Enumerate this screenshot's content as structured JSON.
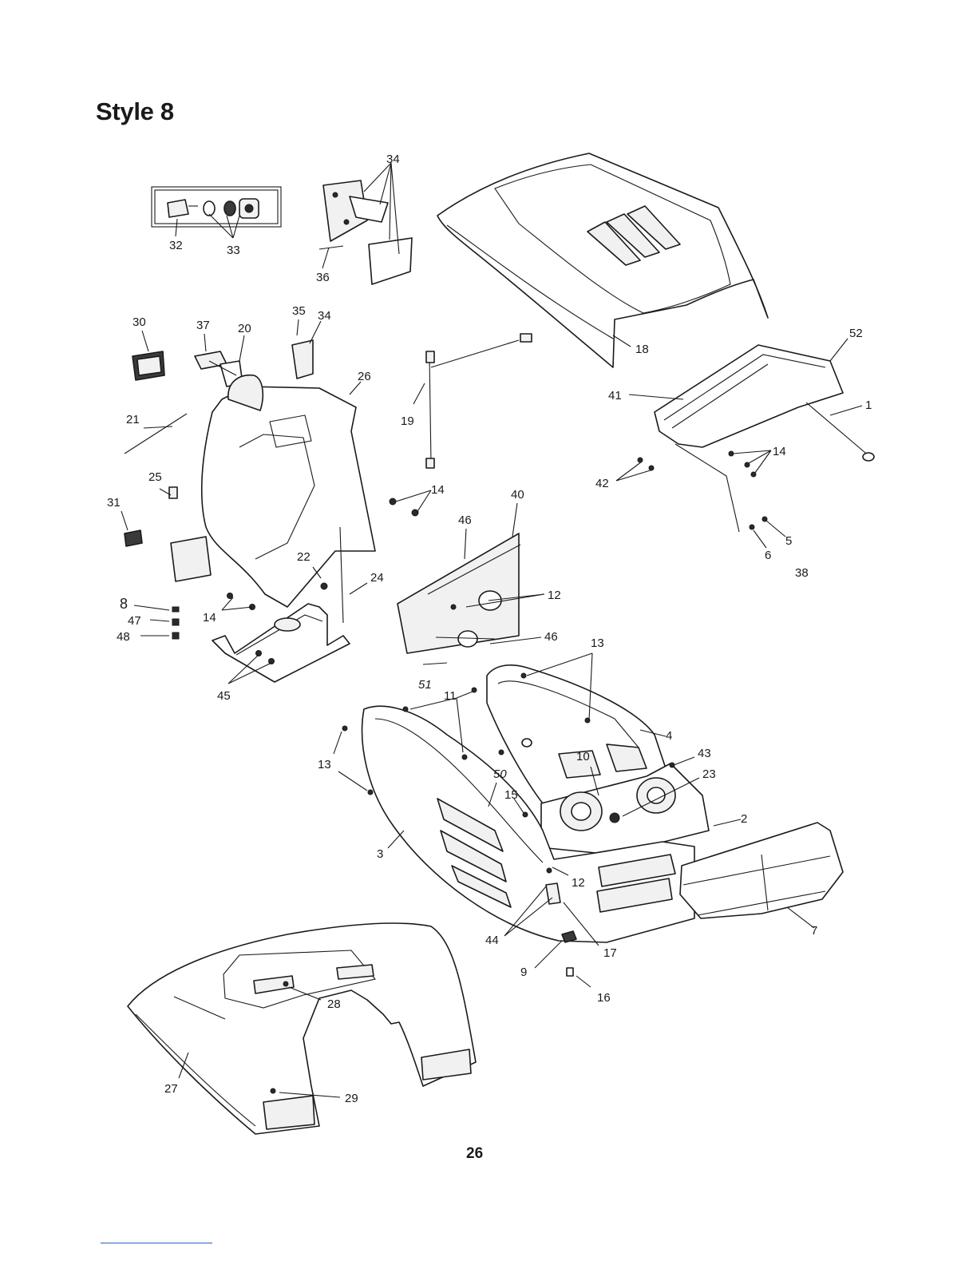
{
  "header": {
    "title": "Style 8"
  },
  "footer": {
    "page_number": "26"
  },
  "callouts": [
    {
      "id": "c34a",
      "text": "34"
    },
    {
      "id": "c32",
      "text": "32"
    },
    {
      "id": "c33",
      "text": "33"
    },
    {
      "id": "c36",
      "text": "36"
    },
    {
      "id": "c18",
      "text": "18"
    },
    {
      "id": "c30",
      "text": "30"
    },
    {
      "id": "c37",
      "text": "37"
    },
    {
      "id": "c20",
      "text": "20"
    },
    {
      "id": "c35",
      "text": "35"
    },
    {
      "id": "c34b",
      "text": "34"
    },
    {
      "id": "c26",
      "text": "26"
    },
    {
      "id": "c52",
      "text": "52"
    },
    {
      "id": "c41",
      "text": "41"
    },
    {
      "id": "c1",
      "text": "1"
    },
    {
      "id": "c19",
      "text": "19"
    },
    {
      "id": "c21",
      "text": "21"
    },
    {
      "id": "c14a",
      "text": "14"
    },
    {
      "id": "c14b",
      "text": "14"
    },
    {
      "id": "c42",
      "text": "42"
    },
    {
      "id": "c25",
      "text": "25"
    },
    {
      "id": "c31",
      "text": "31"
    },
    {
      "id": "c40",
      "text": "40"
    },
    {
      "id": "c46a",
      "text": "46"
    },
    {
      "id": "c5",
      "text": "5"
    },
    {
      "id": "c6",
      "text": "6"
    },
    {
      "id": "c38",
      "text": "38"
    },
    {
      "id": "c22",
      "text": "22"
    },
    {
      "id": "c24",
      "text": "24"
    },
    {
      "id": "c12a",
      "text": "12"
    },
    {
      "id": "c8",
      "text": "8"
    },
    {
      "id": "c47",
      "text": "47"
    },
    {
      "id": "c48",
      "text": "48"
    },
    {
      "id": "c14c",
      "text": "14"
    },
    {
      "id": "c46b",
      "text": "46"
    },
    {
      "id": "c13a",
      "text": "13"
    },
    {
      "id": "c45",
      "text": "45"
    },
    {
      "id": "c51",
      "text": "51"
    },
    {
      "id": "c11",
      "text": "11"
    },
    {
      "id": "c4",
      "text": "4"
    },
    {
      "id": "c10",
      "text": "10"
    },
    {
      "id": "c43",
      "text": "43"
    },
    {
      "id": "c13b",
      "text": "13"
    },
    {
      "id": "c23",
      "text": "23"
    },
    {
      "id": "c50",
      "text": "50"
    },
    {
      "id": "c15",
      "text": "15"
    },
    {
      "id": "c2",
      "text": "2"
    },
    {
      "id": "c3",
      "text": "3"
    },
    {
      "id": "c12b",
      "text": "12"
    },
    {
      "id": "c44",
      "text": "44"
    },
    {
      "id": "c17",
      "text": "17"
    },
    {
      "id": "c7",
      "text": "7"
    },
    {
      "id": "c9",
      "text": "9"
    },
    {
      "id": "c16",
      "text": "16"
    },
    {
      "id": "c28",
      "text": "28"
    },
    {
      "id": "c27",
      "text": "27"
    },
    {
      "id": "c29",
      "text": "29"
    }
  ]
}
